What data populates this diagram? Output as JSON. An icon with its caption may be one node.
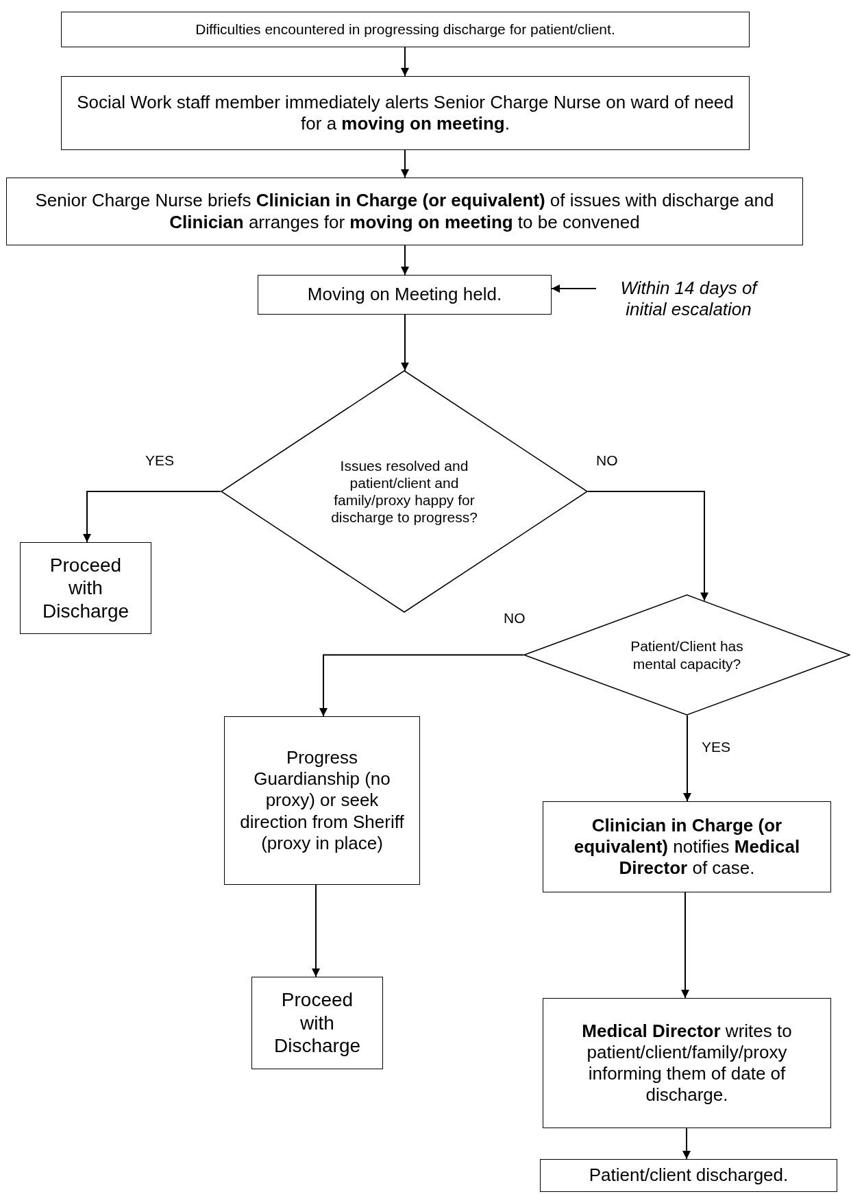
{
  "diagram": {
    "nodes": [
      {
        "text": [
          "Difficulties encountered in progressing discharge for patient/client."
        ]
      },
      {
        "text": [
          "Social Work staff member immediately alerts Senior Charge Nurse on ward of need for a **moving on meeting**."
        ]
      },
      {
        "text": [
          "Senior Charge Nurse briefs **Clinician in Charge (or equivalent)** of issues with discharge and **Clinician** arranges for **moving on meeting** to be convened"
        ]
      },
      {
        "text": [
          "Moving on Meeting held."
        ]
      },
      {
        "text": [
          "Within 14 days of initial escalation"
        ]
      },
      {
        "text": [
          "Issues resolved and patient/client and family/proxy happy for discharge to progress?"
        ]
      },
      {
        "text": [
          "Proceed with Discharge"
        ]
      },
      {
        "text": [
          "Patient/Client has mental capacity?"
        ]
      },
      {
        "text": [
          "Progress Guardianship (no proxy) or seek direction from Sheriff (proxy in place)"
        ]
      },
      {
        "text": [
          "**Clinician in Charge (or equivalent)** notifies **Medical Director** of case."
        ]
      },
      {
        "text": [
          "Proceed with Discharge"
        ]
      },
      {
        "text": [
          "**Medical Director** writes to patient/client/family/proxy informing them of date of discharge."
        ]
      },
      {
        "text": [
          "Patient/client discharged."
        ]
      }
    ],
    "edges": [
      {
        "from": 0,
        "to": 1,
        "arrow": "to"
      },
      {
        "from": 1,
        "to": 2,
        "arrow": "to"
      },
      {
        "from": 2,
        "to": 3,
        "arrow": "to"
      },
      {
        "from": 4,
        "to": 3,
        "arrow": "to"
      },
      {
        "from": 3,
        "to": 5,
        "arrow": "to"
      },
      {
        "from": 5,
        "to": 6,
        "arrow": "to",
        "label": "YES"
      },
      {
        "from": 5,
        "to": 7,
        "arrow": "to",
        "label": "NO"
      },
      {
        "from": 7,
        "to": 8,
        "arrow": "to",
        "label": "NO"
      },
      {
        "from": 7,
        "to": 9,
        "arrow": "to",
        "label": "YES"
      },
      {
        "from": 8,
        "to": 10,
        "arrow": "to"
      },
      {
        "from": 9,
        "to": 11,
        "arrow": "to"
      },
      {
        "from": 11,
        "to": 12,
        "arrow": "to"
      }
    ]
  }
}
